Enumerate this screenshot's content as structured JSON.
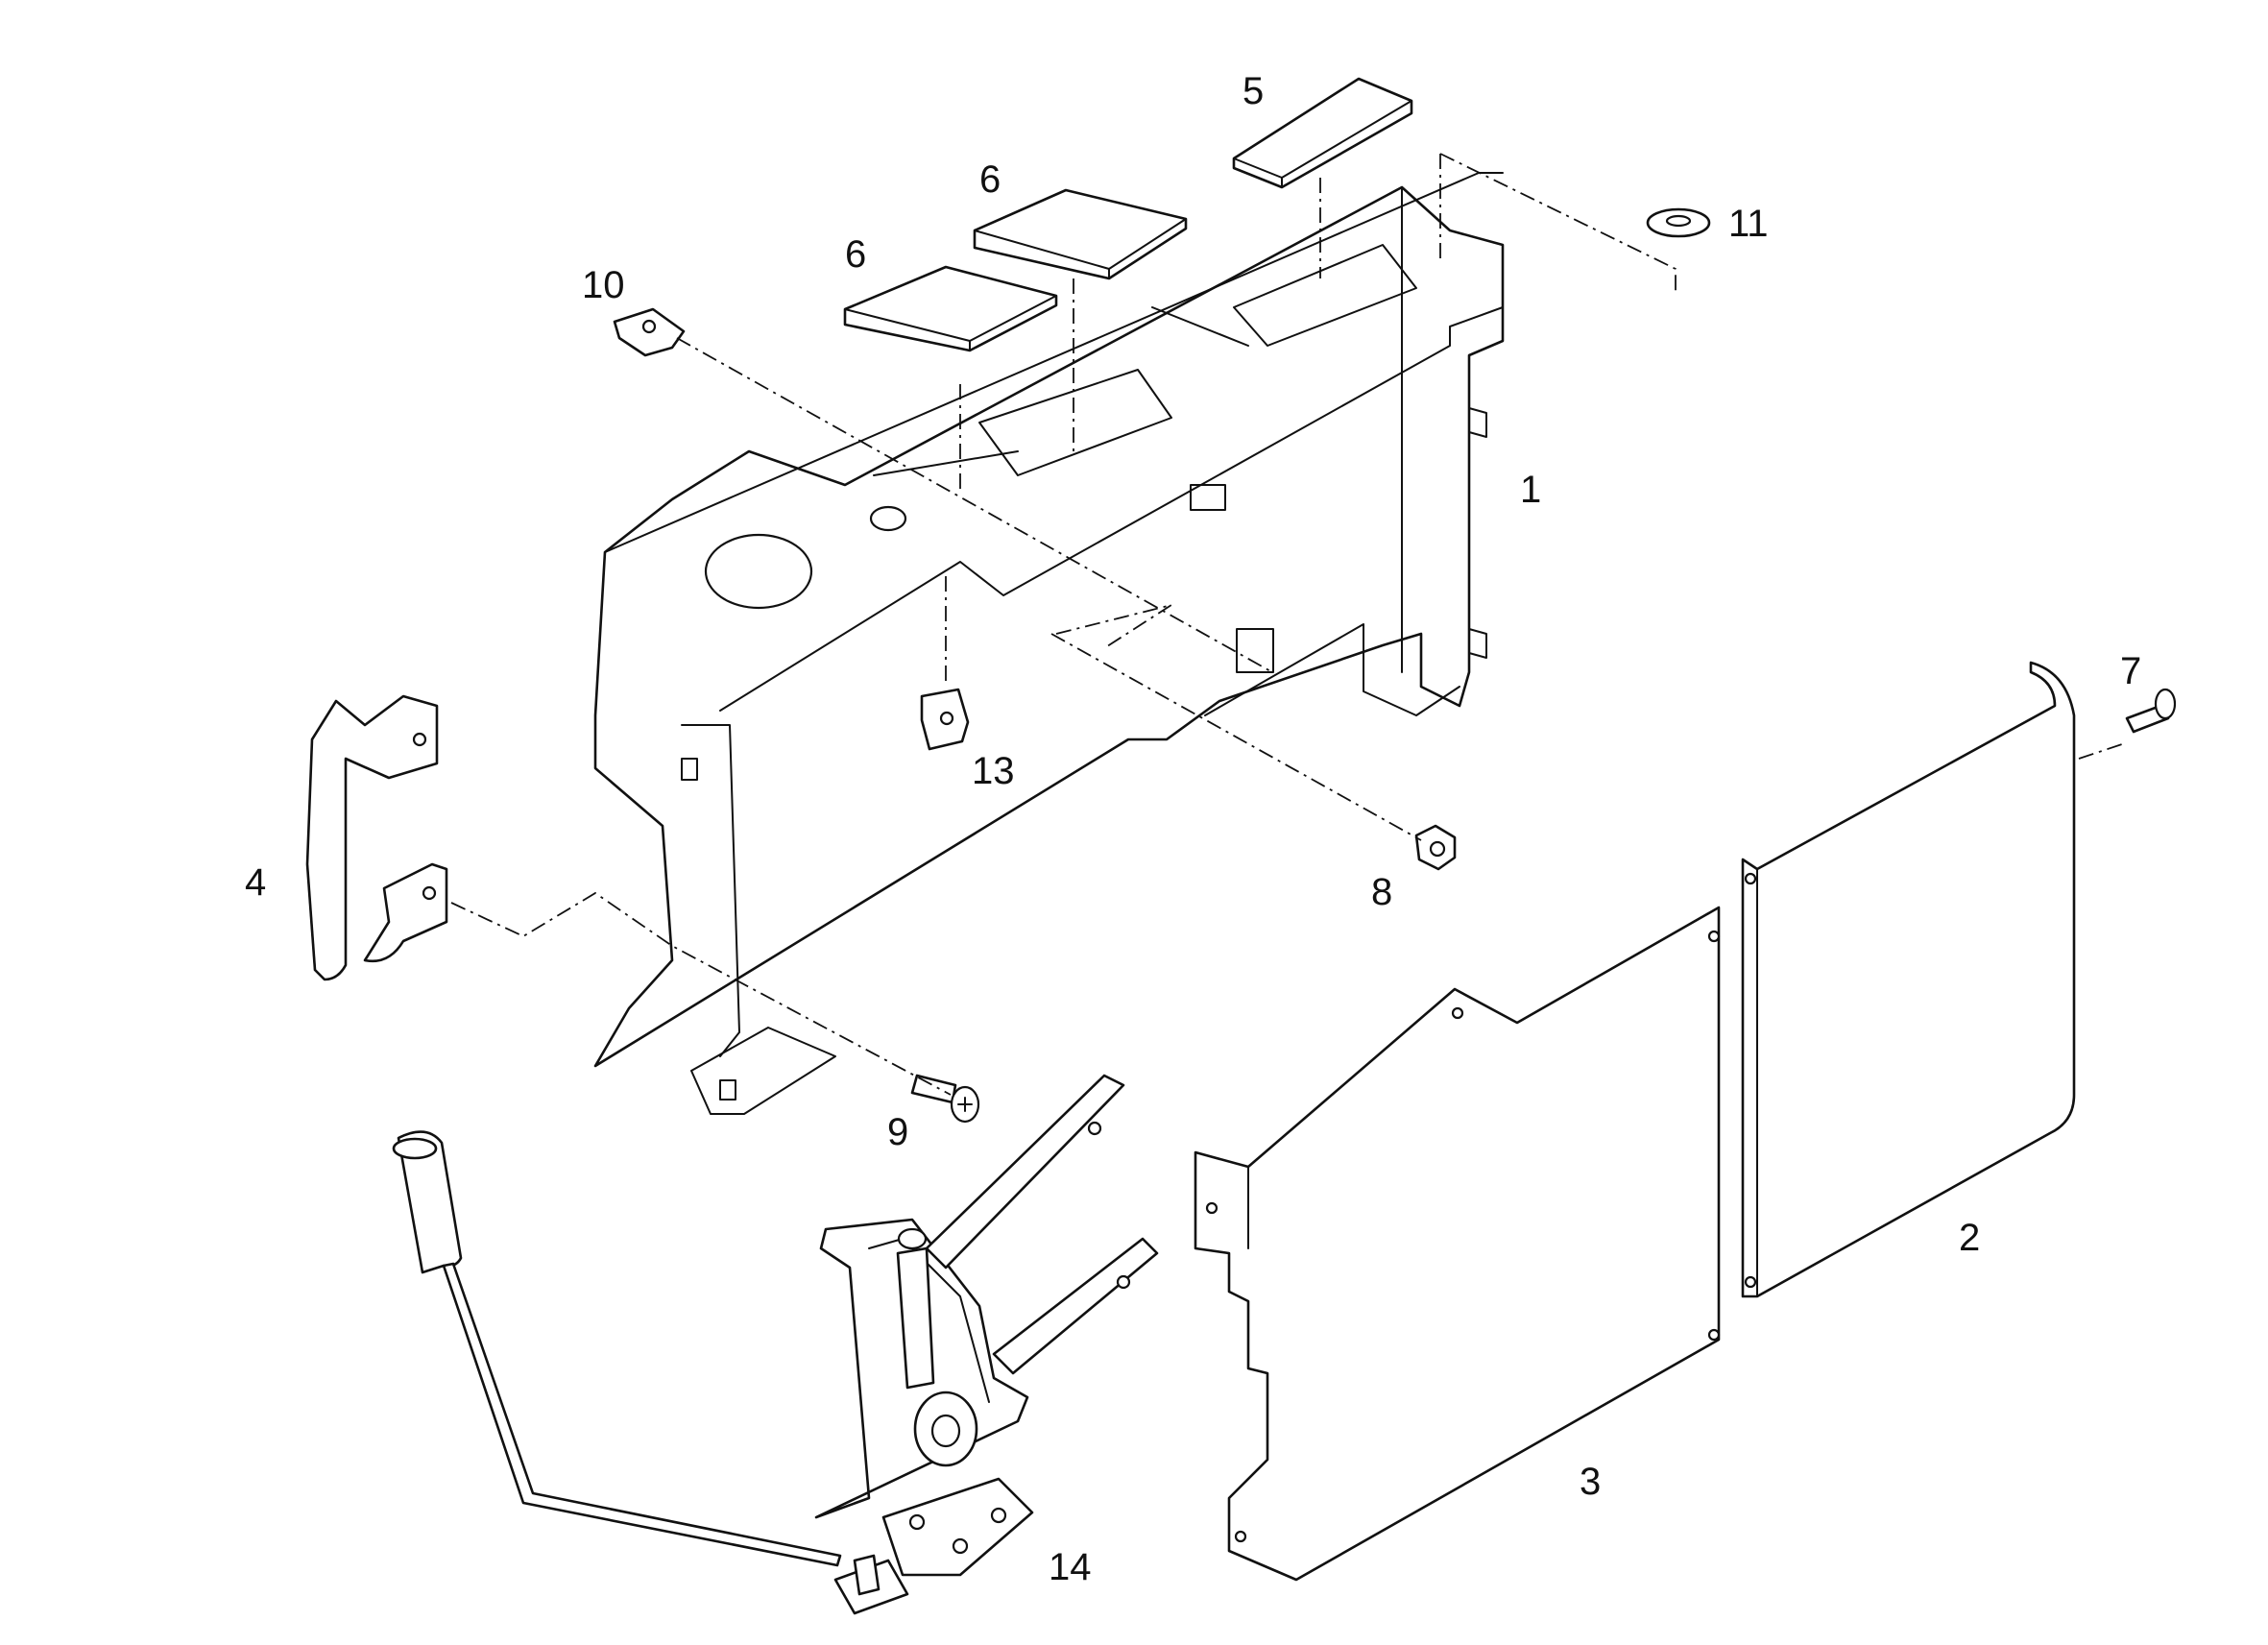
{
  "callouts": {
    "p1": "1",
    "p2": "2",
    "p3": "3",
    "p4": "4",
    "p5": "5",
    "p6a": "6",
    "p6b": "6",
    "p7": "7",
    "p8": "8",
    "p9": "9",
    "p10": "10",
    "p11": "11",
    "p13": "13",
    "p14": "14"
  }
}
